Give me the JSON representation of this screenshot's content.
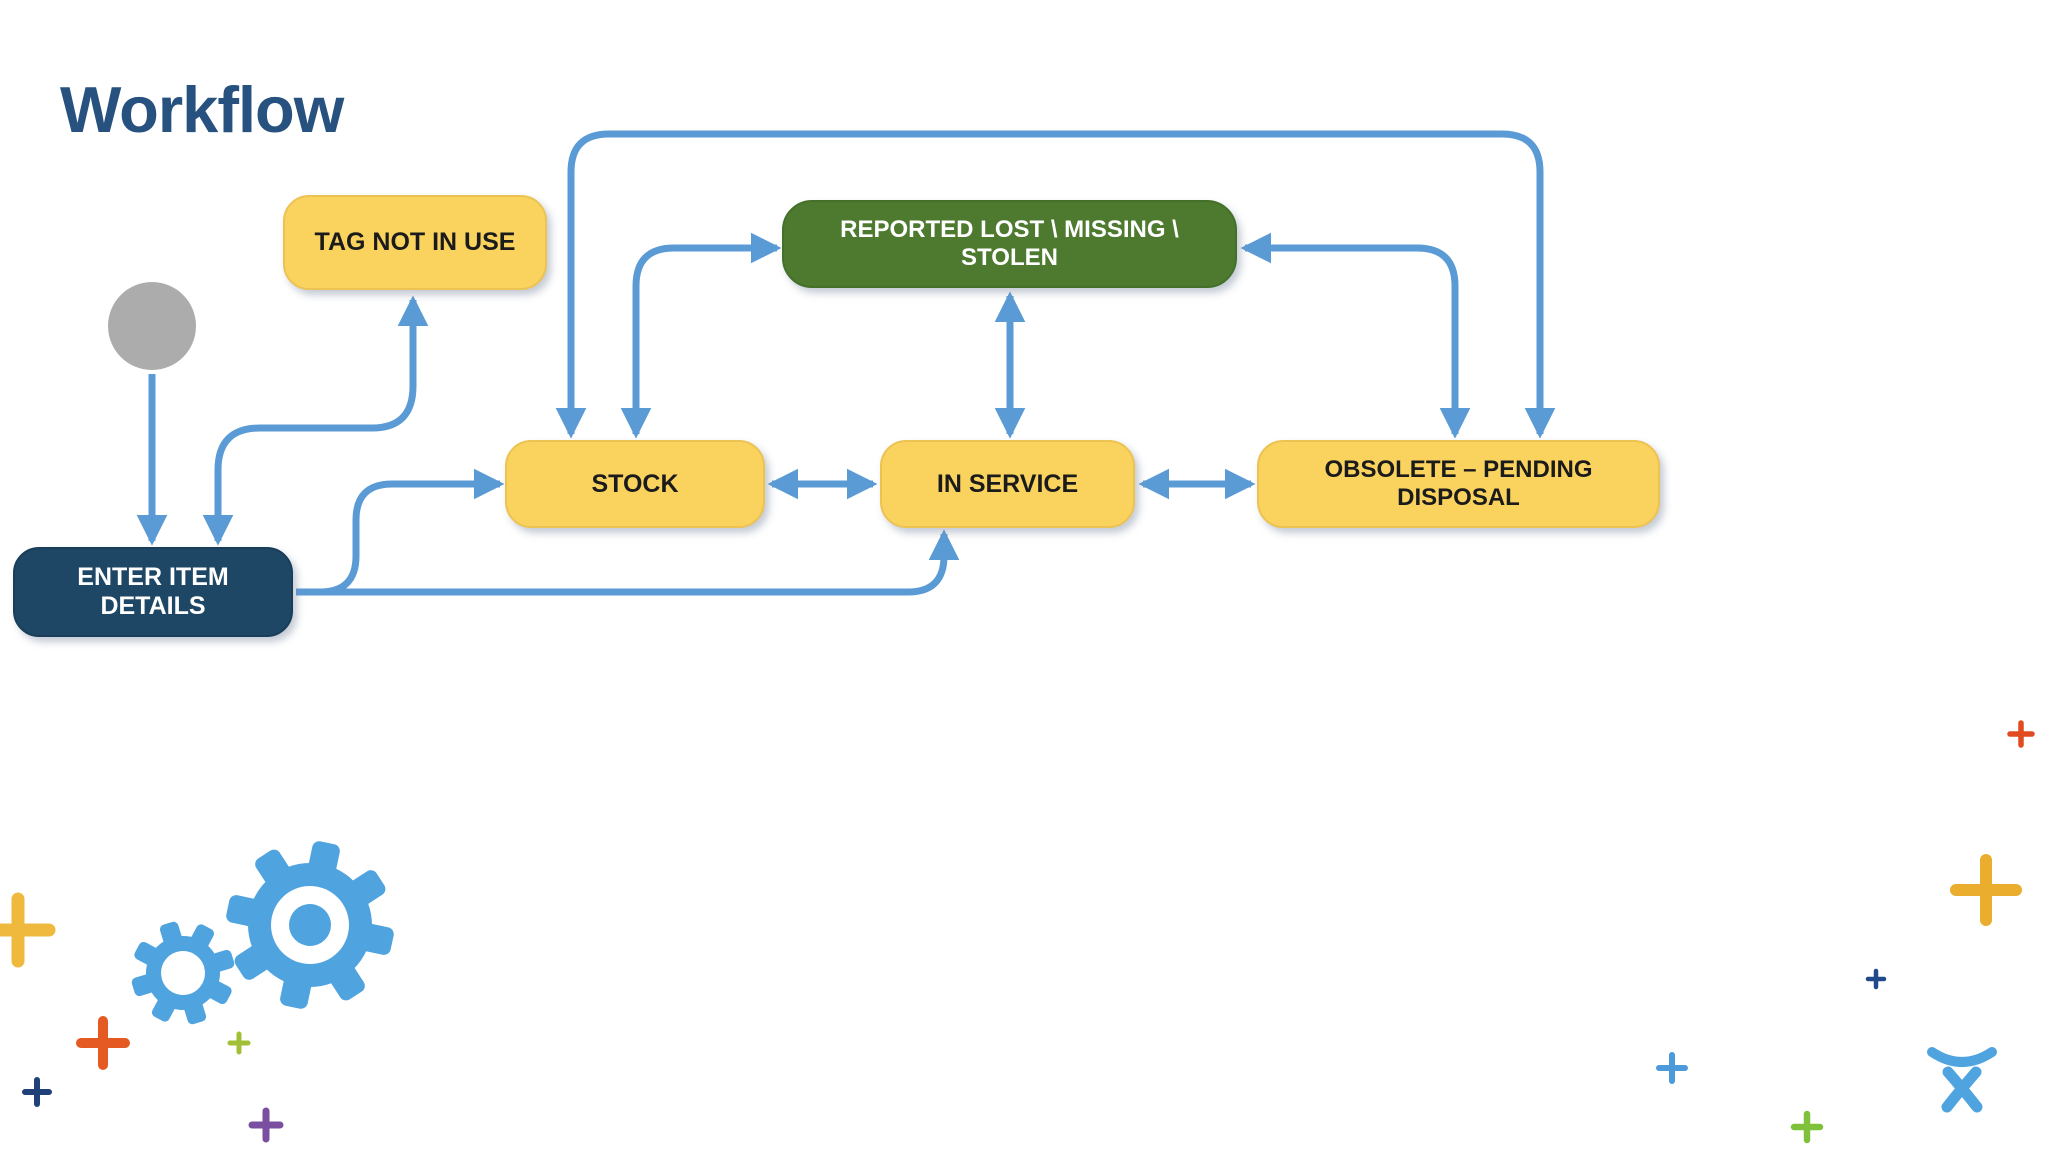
{
  "title": "Workflow",
  "nodes": {
    "start": {
      "label": "",
      "type": "initial-state-circle"
    },
    "tag": {
      "label": "TAG NOT IN USE"
    },
    "reported": {
      "label": "REPORTED LOST \\ MISSING \\ STOLEN"
    },
    "stock": {
      "label": "STOCK"
    },
    "in_service": {
      "label": "IN SERVICE"
    },
    "obsolete": {
      "label": "OBSOLETE – PENDING DISPOSAL"
    },
    "enter": {
      "label": "ENTER ITEM DETAILS"
    }
  },
  "edges": [
    {
      "from": "start",
      "to": "enter",
      "arrows": "end"
    },
    {
      "from": "enter",
      "to": "tag",
      "arrows": "both"
    },
    {
      "from": "enter",
      "to": "stock",
      "arrows": "end"
    },
    {
      "from": "enter",
      "to": "in_service",
      "arrows": "end"
    },
    {
      "from": "stock",
      "to": "in_service",
      "arrows": "both"
    },
    {
      "from": "in_service",
      "to": "obsolete",
      "arrows": "both"
    },
    {
      "from": "stock",
      "to": "reported",
      "arrows": "both"
    },
    {
      "from": "in_service",
      "to": "reported",
      "arrows": "both"
    },
    {
      "from": "obsolete",
      "to": "reported",
      "arrows": "both"
    },
    {
      "from": "stock",
      "to": "obsolete",
      "arrows": "both",
      "route": "top-loop"
    }
  ],
  "colors": {
    "title": "#27517E",
    "node_yellow": "#FAD35F",
    "node_green": "#4D7A2F",
    "node_navy": "#1E4765",
    "arrow_blue": "#5B9BD5",
    "start_gray": "#ACACAC",
    "decor_blue": "#4FA3DE",
    "decor_palette": [
      "#EFB93D",
      "#E45A22",
      "#1F4178",
      "#A2C037",
      "#7B4FA0",
      "#E04B1F",
      "#EBAD2D",
      "#214A8C",
      "#4D9ADB",
      "#7FC13A"
    ]
  }
}
